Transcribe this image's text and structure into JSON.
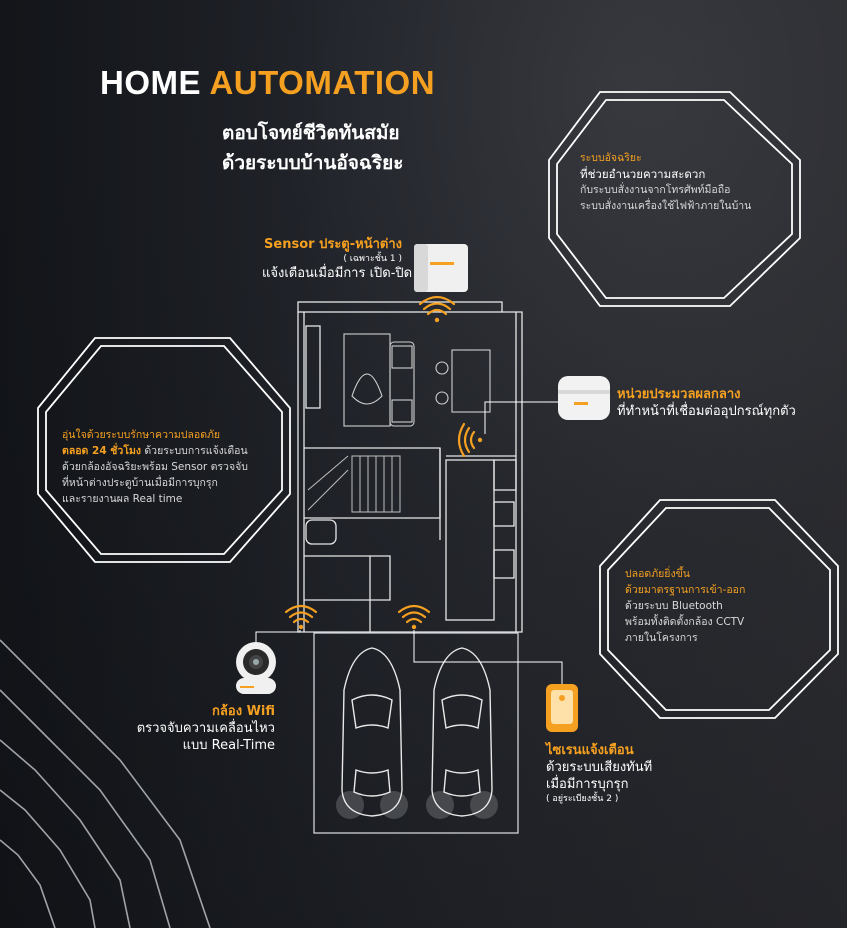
{
  "header": {
    "title_part1": "HOME",
    "title_part2": "AUTOMATION",
    "subtitle_line1": "ตอบโจทย์ชีวิตทันสมัย",
    "subtitle_line2": "ด้วยระบบบ้านอัจฉริยะ"
  },
  "octagon_top_right": {
    "heading": "ระบบอัจฉริยะ",
    "line1": "ที่ช่วยอำนวยความสะดวก",
    "line2": "กับระบบสั่งงานจากโทรศัพท์มือถือ",
    "line3": "ระบบสั่งงานเครื่องใช้ไฟฟ้าภายในบ้าน"
  },
  "octagon_left": {
    "line1": "อุ่นใจด้วยระบบรักษาความปลอดภัย",
    "line2_orange": "ตลอด 24 ชั่วโมง",
    "line2_rest": "ด้วยระบบการแจ้งเตือน",
    "line3": "ด้วยกล้องอัจฉริยะพร้อม Sensor ตรวจจับ",
    "line4": "ที่หน้าต่างประตูบ้านเมื่อมีการบุกรุก",
    "line5": "และรายงานผล Real time"
  },
  "octagon_right": {
    "line1": "ปลอดภัยยิ่งขึ้น",
    "line2": "ด้วยมาตรฐานการเข้า-ออก",
    "line3": "ด้วยระบบ Bluetooth",
    "line4": "พร้อมทั้งติดตั้งกล้อง CCTV",
    "line5": "ภายในโครงการ"
  },
  "sensor": {
    "title": "Sensor ประตู-หน้าต่าง",
    "note": "( เฉพาะชั้น 1 )",
    "desc": "แจ้งเตือนเมื่อมีการ เปิด-ปิด"
  },
  "hub": {
    "title": "หน่วยประมวลผลกลาง",
    "desc": "ที่ทำหน้าที่เชื่อมต่ออุปกรณ์ทุกตัว"
  },
  "camera": {
    "title": "กล้อง Wifi",
    "desc1": "ตรวจจับความเคลื่อนไหว",
    "desc2": "แบบ Real-Time"
  },
  "siren": {
    "title": "ไซเรนแจ้งเตือน",
    "desc1": "ด้วยระบบเสียงทันที",
    "desc2": "เมื่อมีการบุกรุก",
    "note": "( อยู่ระเบียงชั้น 2 )"
  },
  "colors": {
    "accent": "#f5a020",
    "line": "#ffffff",
    "background": "#1c1f25"
  }
}
